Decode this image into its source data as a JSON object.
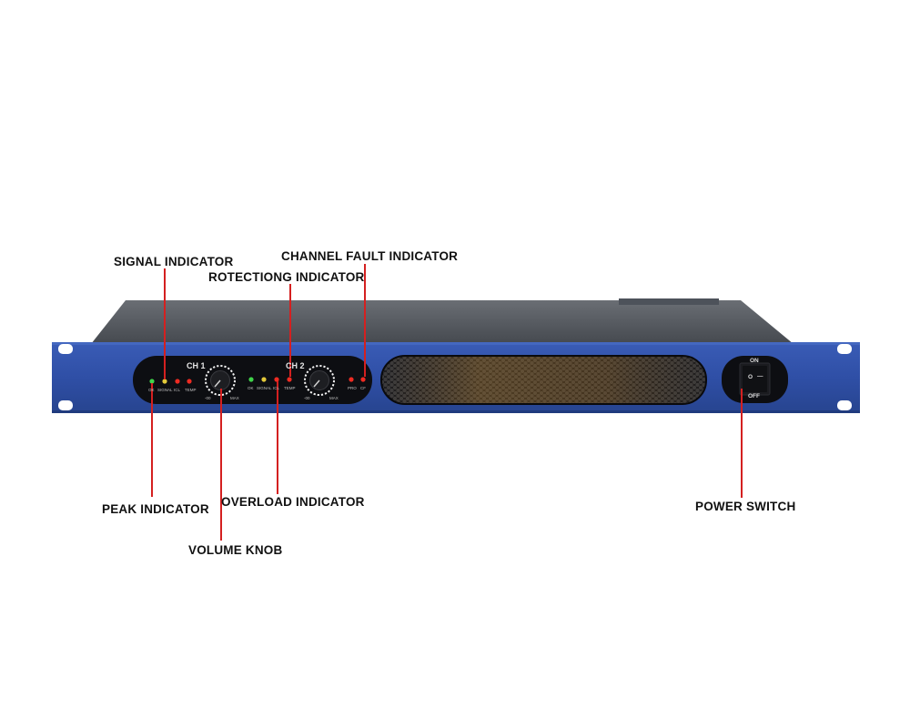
{
  "callouts": {
    "signal": "SIGNAL INDICATOR",
    "protection": "ROTECTIONG INDICATOR",
    "fault": "CHANNEL  FAULT  INDICATOR",
    "peak": "PEAK INDICATOR",
    "overload": "OVERLOAD  INDICATOR",
    "volume": "VOLUME KNOB",
    "power": "POWER SWITCH"
  },
  "panel": {
    "ch1": "CH 1",
    "ch2": "CH 2",
    "led_labels_ch1": [
      "OK",
      "SIGNAL",
      "ICL",
      "TEMP"
    ],
    "led_labels_ch2": [
      "OK",
      "SIGNAL",
      "ICL",
      "TEMP"
    ],
    "fault_labels": [
      "PRO",
      "CF"
    ],
    "knob_min": "-00",
    "knob_max": "MAX",
    "switch_on": "ON",
    "switch_off": "OFF",
    "switch_symbols": [
      "O",
      "—"
    ]
  },
  "colors": {
    "faceplate": "#2f4fa6",
    "chassis_top": "#55595f",
    "display_panel": "#0d0e12",
    "leader_line": "#d42020",
    "led_green": "#3fd44a",
    "led_yellow": "#e3c93a",
    "led_red": "#ee2b22"
  }
}
